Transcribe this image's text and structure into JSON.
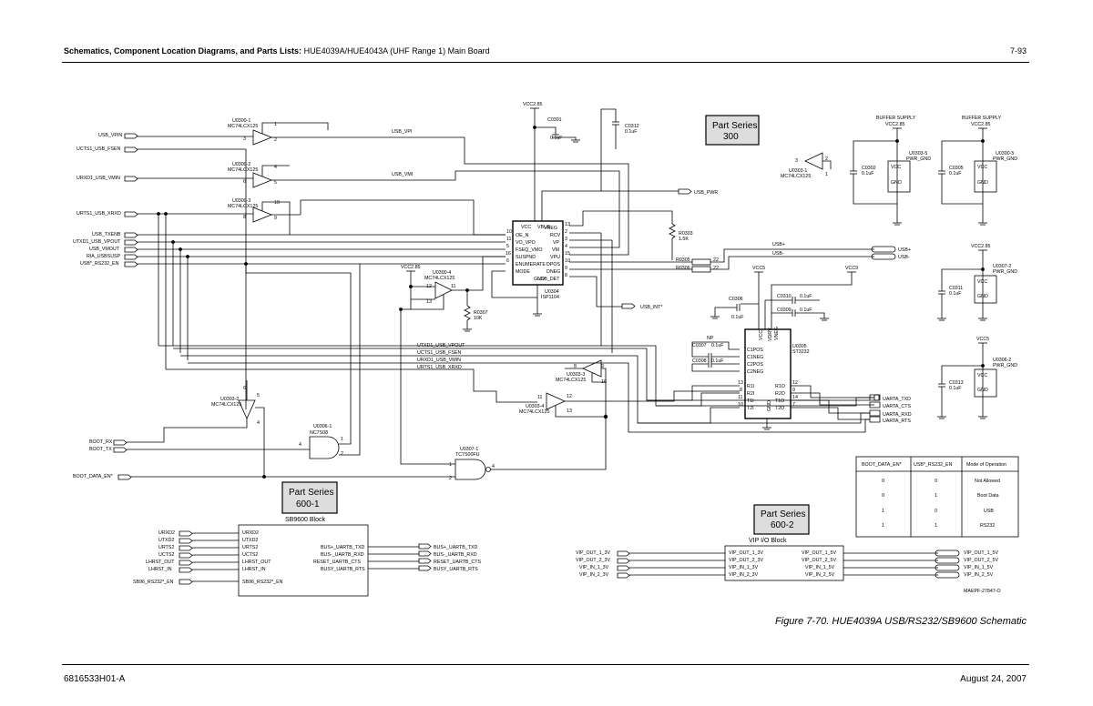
{
  "header": {
    "prefix": "Schematics, Component Location Diagrams, and Parts Lists:",
    "title": "HUE4039A/HUE4043A (UHF Range 1) Main Board",
    "page": "7-93"
  },
  "footer": {
    "doc": "6816533H01-A",
    "date": "August 24, 2007"
  },
  "caption": "Figure 7-70. HUE4039A USB/RS232/SB9600 Schematic",
  "art_code": "MAEPF-27847-O",
  "part_series": {
    "s300": [
      "Part Series",
      "300"
    ],
    "s600_1": [
      "Part Series",
      "600-1"
    ],
    "s600_2": [
      "Part Series",
      "600-2"
    ]
  },
  "blocks": {
    "sb9600": "SB9600 Block",
    "vip": "VIP I/O Block"
  },
  "left_ports": [
    "USB_VPIN",
    "UCTS1_USB_FSEN",
    "URXD1_USB_VMIN",
    "URTS1_USB_XRXD",
    "USB_TXENB",
    "UTXD1_USB_VPOUT",
    "USB_VMOUT",
    "RIA_USBSUSP",
    "USB*_RS232_EN",
    "BOOT_RX",
    "BOOT_TX",
    "BOOT_DATA_EN*"
  ],
  "nets": {
    "usb_vpi": "USB_VPI",
    "usb_vmi": "USB_VMI",
    "usb_pwr": "USB_PWR",
    "usb_int": "USB_INT*",
    "usb_plus": "USB+",
    "usb_minus": "USB-",
    "usb_plus_out": "USB+",
    "usb_minus_out": "USB-",
    "mid": [
      "UTXD1_USB_VPOUT",
      "UCTS1_USB_FSEN",
      "URXD1_USB_VMIN",
      "URTS1_USB_XRXD"
    ],
    "uarta": [
      "UARTA_TXD",
      "UARTA_CTS",
      "UARTA_RXD",
      "UARTA_RTS"
    ]
  },
  "components": {
    "u0300_1": [
      "U0300-1",
      "MC74LCX125"
    ],
    "u0300_2": [
      "U0300-2",
      "MC74LCX125"
    ],
    "u0300_3": [
      "U0300-3",
      "MC74LCX125"
    ],
    "u0300_4": [
      "U0300-4",
      "MC74LCX125"
    ],
    "u0303_1": [
      "U0303-1",
      "MC74LCX125"
    ],
    "u0303_2": [
      "U0303-2",
      "MC74LCX125"
    ],
    "u0303_3": [
      "U0303-3",
      "MC74LCX125"
    ],
    "u0303_4": [
      "U0303-4",
      "MC74LCX125"
    ],
    "u0304": [
      "U0304",
      "ISP1104"
    ],
    "u0305": [
      "U0305",
      "ST3232"
    ],
    "u0306_1": [
      "U0306-1",
      "NC7S08"
    ],
    "u0307_1": [
      "U0307-1",
      "TC7S00FU"
    ],
    "u0303_5": [
      "U0303-5",
      "PWR_GND"
    ],
    "u0300_5": [
      "U0300-5",
      "PWR_GND"
    ],
    "u0307_2": [
      "U0307-2",
      "PWR_GND"
    ],
    "u0306_2": [
      "U0306-2",
      "PWR_GND"
    ],
    "r0303": [
      "R0303",
      "1.5K"
    ],
    "r0305": [
      "R0305",
      "22"
    ],
    "r0306": [
      "R0306",
      "22"
    ],
    "r0307": [
      "R0307",
      "10K"
    ],
    "c0301": [
      "C0301",
      "0.1uF"
    ],
    "c0312": [
      "C0312",
      "0.1uF"
    ],
    "c0302": [
      "C0302",
      "0.1uF"
    ],
    "c0305": [
      "C0305",
      "0.1uF"
    ],
    "c0306": [
      "C0306",
      "0.1uF"
    ],
    "c0307": [
      "C0307",
      "0.1uF"
    ],
    "c0308": [
      "C0308",
      "0.1uF"
    ],
    "c0309": [
      "C0309",
      "0.1uF"
    ],
    "c0310": [
      "C0310",
      "0.1uF"
    ],
    "c0311": [
      "C0311",
      "0.1uF"
    ],
    "c0313": [
      "C0313",
      "0.1uF"
    ]
  },
  "power": {
    "vcc285": "VCC2.85",
    "vcc5": "VCC5",
    "vcc9": "VCC9",
    "buffer": "BUFFER SUPPLY",
    "np": "NP"
  },
  "u0304_pins_left": [
    [
      "OE_N",
      "10"
    ],
    [
      "VO_VPO",
      "11"
    ],
    [
      "FSEQ_VMO",
      "5"
    ],
    [
      "SUSPND",
      "16"
    ],
    [
      "ENUMERATE",
      "6"
    ],
    [
      "MODE",
      ""
    ]
  ],
  "u0304_pins_right": [
    [
      "VREG",
      "13"
    ],
    [
      "RCV",
      "2"
    ],
    [
      "VP",
      "3"
    ],
    [
      "VM",
      "4"
    ],
    [
      "VPU",
      "15"
    ],
    [
      "DPOS",
      "10"
    ],
    [
      "DNEG",
      "9"
    ],
    [
      "USB_DET",
      "8"
    ]
  ],
  "u0305_pins": {
    "caps": [
      "C1POS",
      "C1NEG",
      "C2POS",
      "C2NEG"
    ],
    "rin": [
      [
        "R1I",
        "13"
      ],
      [
        "R2I",
        "8"
      ],
      [
        "T1I",
        "11"
      ],
      [
        "T2I",
        "10"
      ]
    ],
    "rout": [
      [
        "R1O",
        "12"
      ],
      [
        "R2O",
        "9"
      ],
      [
        "T1O",
        "14"
      ],
      [
        "T2O",
        "7"
      ]
    ],
    "top": [
      "VCC",
      "VDRV",
      "VNEG"
    ],
    "gnd": "GND"
  },
  "sb9600": {
    "left_ports": [
      "URXD2",
      "UTXD2",
      "URTS2",
      "UCTS2",
      "LHRST_OUT",
      "LHRST_IN",
      "SB96_RS232*_EN"
    ],
    "left_pins": [
      "URXD2",
      "UTXD2",
      "URTS2",
      "UCTS2",
      "LHRST_OUT",
      "LHRST_IN",
      "SB96_RS232*_EN"
    ],
    "right_pins": [
      "BUS+_UARTB_TXD",
      "BUS-_UARTB_RXD",
      "RESET_UARTB_CTS",
      "BUSY_UARTB_RTS"
    ],
    "right_ports": [
      "BUS+_UARTB_TXD",
      "BUS-_UARTB_RXD",
      "RESET_UARTB_CTS",
      "BUSY_UARTB_RTS"
    ]
  },
  "vip": {
    "left_ports": [
      "VIP_OUT_1_3V",
      "VIP_OUT_2_3V",
      "VIP_IN_1_3V",
      "VIP_IN_2_3V"
    ],
    "left_pins": [
      "VIP_OUT_1_3V",
      "VIP_OUT_2_3V",
      "VIP_IN_1_3V",
      "VIP_IN_2_3V"
    ],
    "right_pins": [
      "VIP_OUT_1_5V",
      "VIP_OUT_2_5V",
      "VIP_IN_1_5V",
      "VIP_IN_2_5V"
    ],
    "right_ports": [
      "VIP_OUT_1_5V",
      "VIP_OUT_2_5V",
      "VIP_IN_1_5V",
      "VIP_IN_2_5V"
    ]
  },
  "mode_table": {
    "headers": [
      "BOOT_DATA_EN*",
      "USB*_RS232_EN",
      "Mode of Operation"
    ],
    "rows": [
      [
        "0",
        "0",
        "Not Allowed"
      ],
      [
        "0",
        "1",
        "Boot Data"
      ],
      [
        "1",
        "0",
        "USB"
      ],
      [
        "1",
        "1",
        "RS232"
      ]
    ]
  }
}
